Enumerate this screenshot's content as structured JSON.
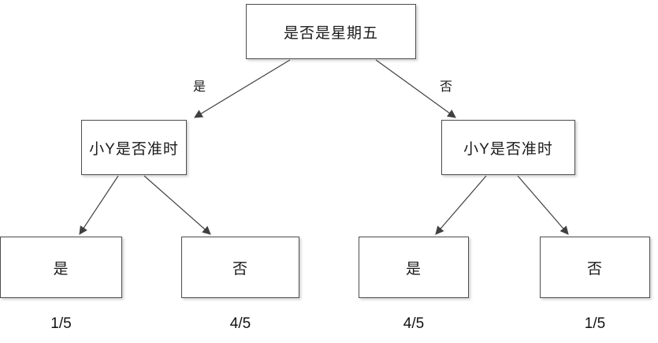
{
  "diagram": {
    "root": {
      "label": "是否是星期五"
    },
    "edges": {
      "left_label": "是",
      "right_label": "否"
    },
    "left_node": {
      "label": "小Y是否准时"
    },
    "right_node": {
      "label": "小Y是否准时"
    },
    "leaves": [
      {
        "label": "是",
        "probability": "1/5"
      },
      {
        "label": "否",
        "probability": "4/5"
      },
      {
        "label": "是",
        "probability": "4/5"
      },
      {
        "label": "否",
        "probability": "1/5"
      }
    ],
    "colors": {
      "line": "#404040",
      "border": "#4d4d4d",
      "background": "#ffffff"
    }
  }
}
